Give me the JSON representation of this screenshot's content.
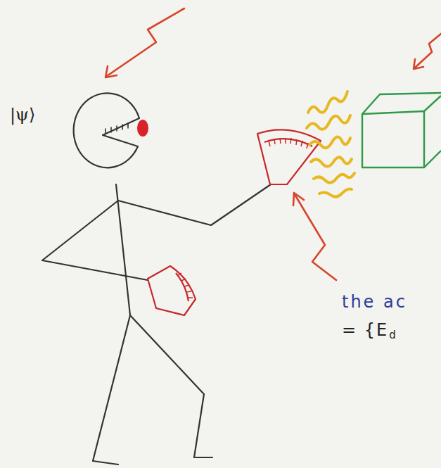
{
  "diagram": {
    "labels": [
      "|ψ⟩",
      "the ac",
      "= {E",
      "d"
    ]
  }
}
